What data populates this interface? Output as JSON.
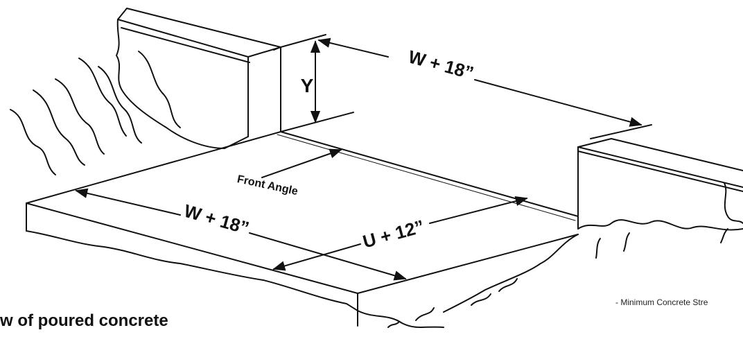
{
  "labels": {
    "height": "Y",
    "top_width": "W + 18”",
    "front_width": "W + 18”",
    "depth": "U + 12”",
    "front_angle": "Front Angle",
    "note": "- Minimum Concrete Stre",
    "caption": "w of poured concrete"
  },
  "colors": {
    "ink": "#111111",
    "background": "#ffffff"
  }
}
